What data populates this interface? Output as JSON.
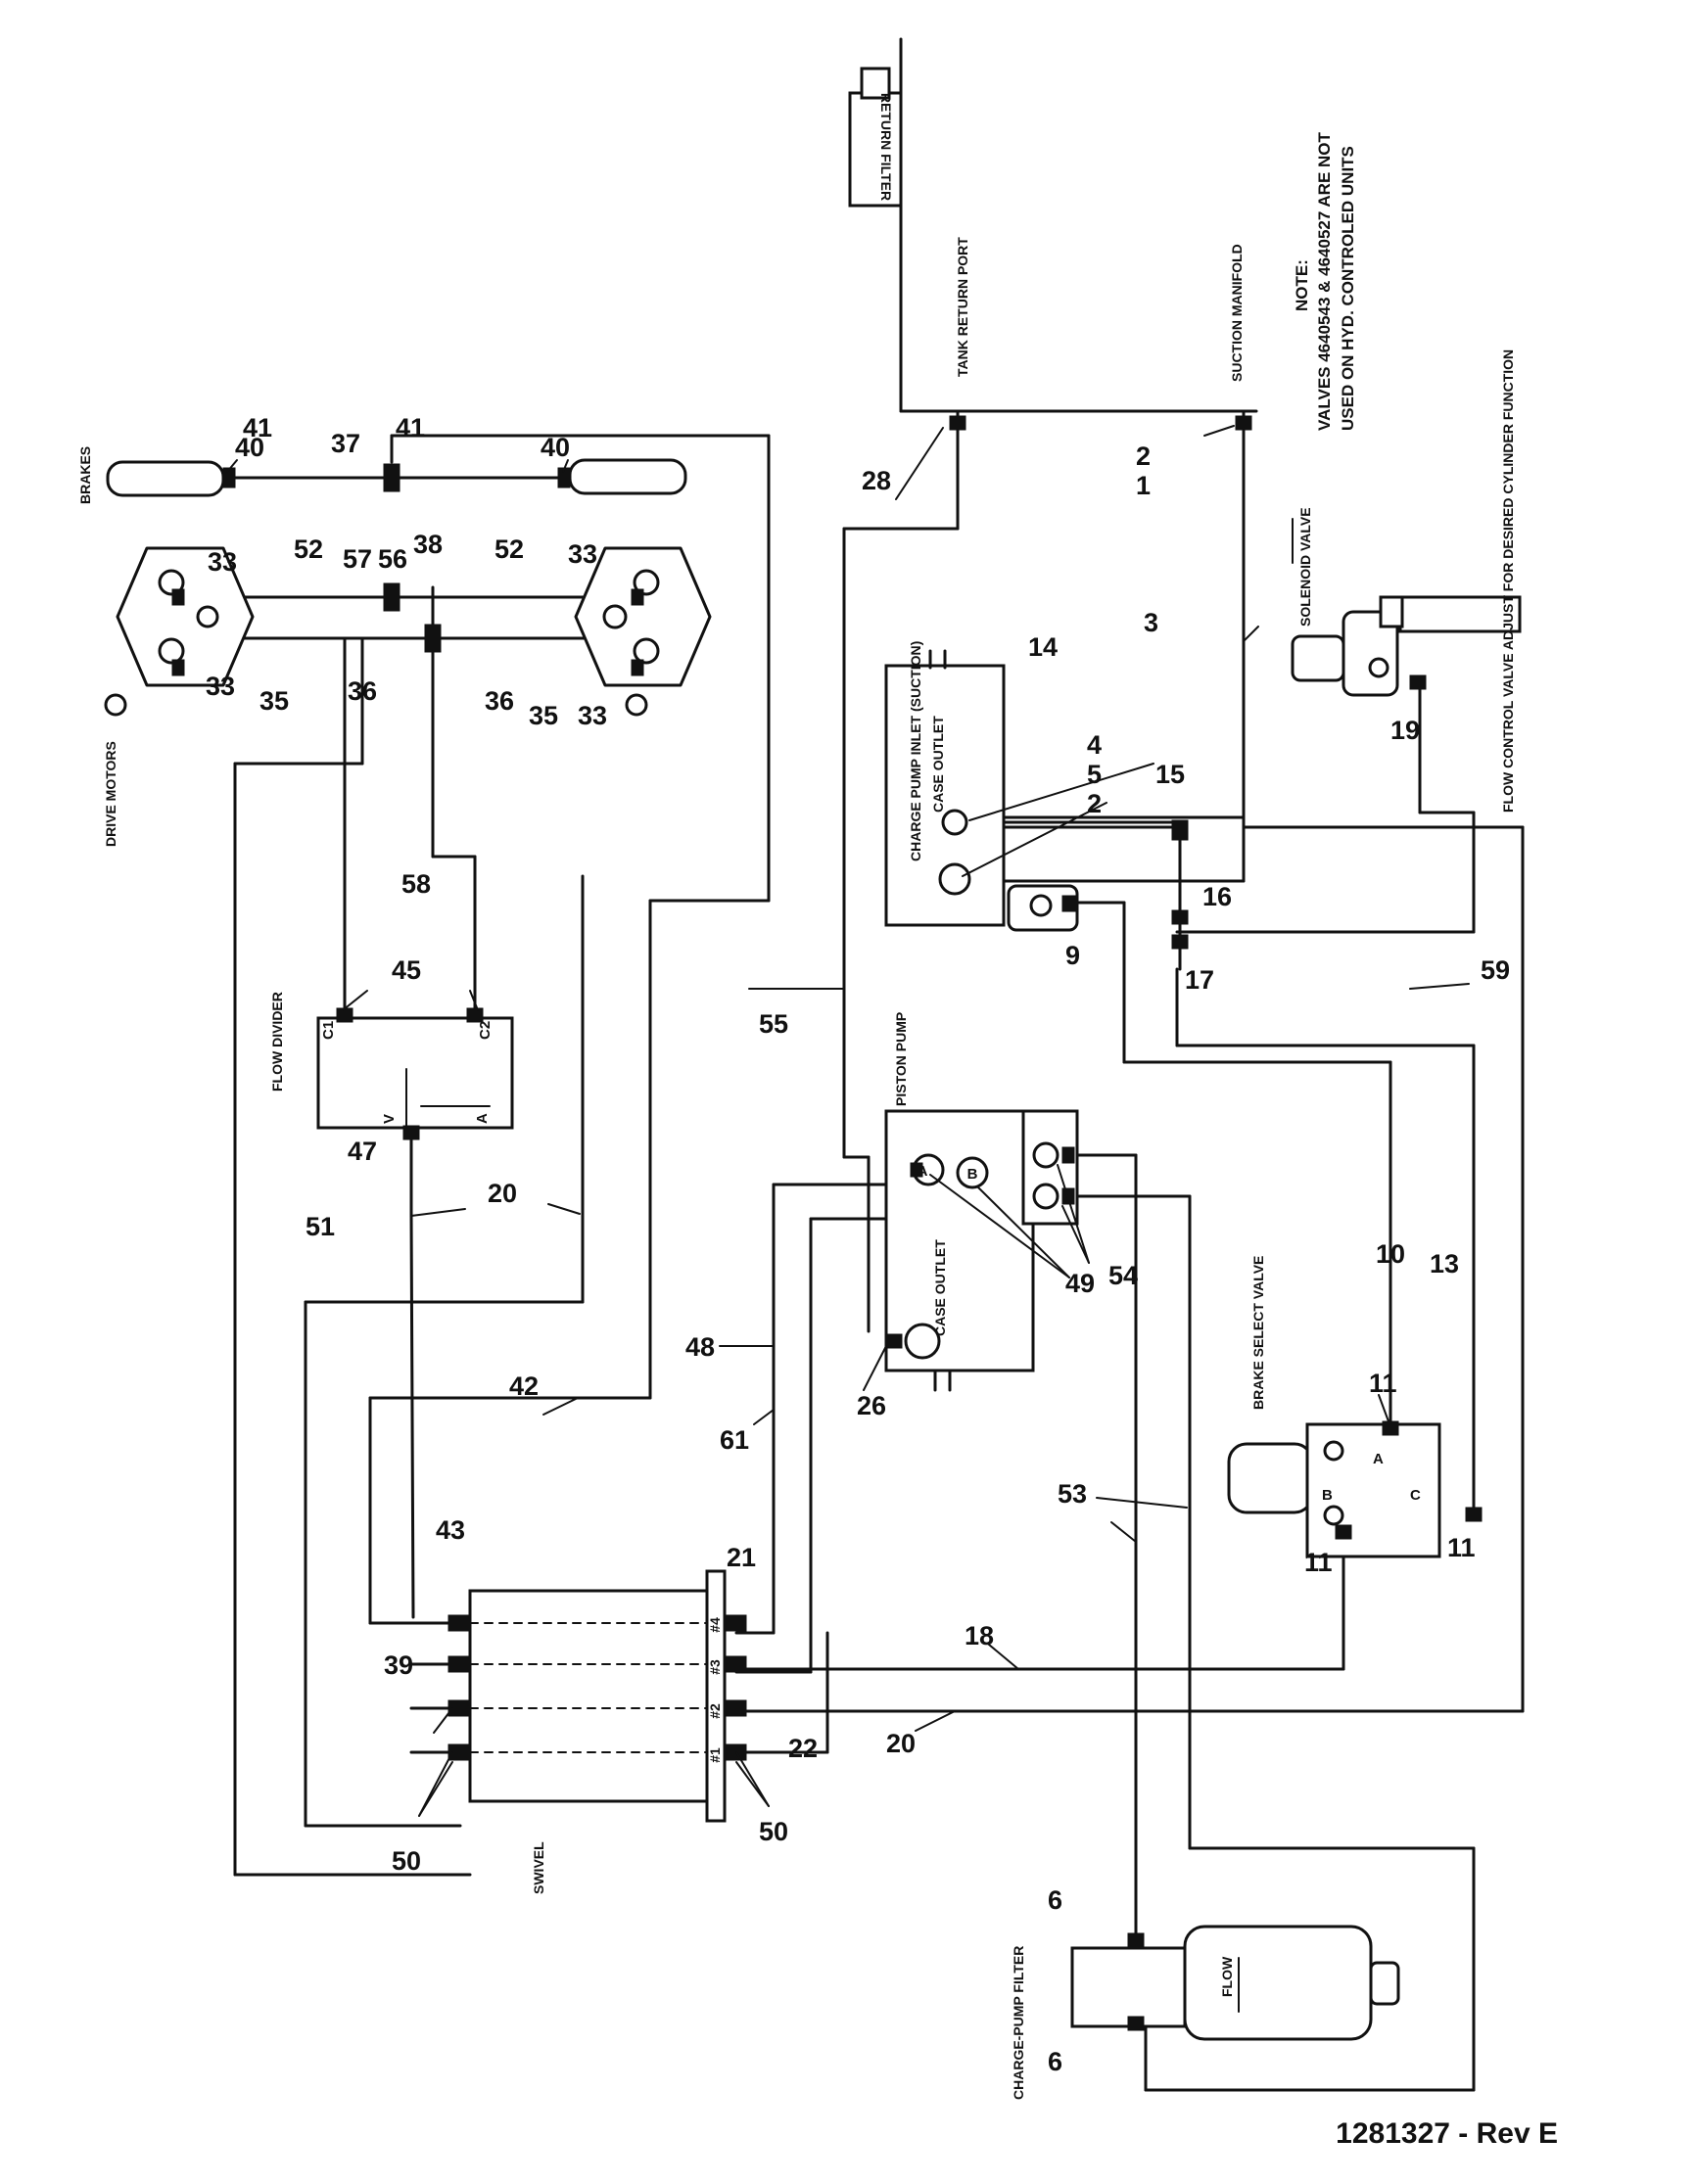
{
  "document_number": "1281327 - Rev E",
  "components": {
    "return_filter": "RETURN FILTER",
    "tank_return_port": "TANK RETURN PORT",
    "suction_manifold": "SUCTION MANIFOLD",
    "brakes": "BRAKES",
    "drive_motors": "DRIVE MOTORS",
    "flow_divider": "FLOW DIVIDER",
    "piston_pump": "PISTON PUMP",
    "charge_pump_inlet": "CHARGE PUMP INLET (SUCTION)",
    "case_outlet_charge": "CASE OUTLET",
    "case_outlet_pump": "CASE OUTLET",
    "solenoid_valve": "SOLENOID VALVE",
    "flow_control_valve": "FLOW CONTROL VALVE ADJUST FOR DESIRED CYLINDER FUNCTION",
    "brake_select_valve": "BRAKE SELECT VALVE",
    "swivel": "SWIVEL",
    "charge_pump_filter": "CHARGE-PUMP FILTER",
    "flow": "FLOW"
  },
  "note": {
    "title": "NOTE:",
    "line1": "VALVES 4640543 & 4640527 ARE NOT",
    "line2": "USED ON HYD. CONTROLED UNITS"
  },
  "ports": {
    "fd_c1": "C1",
    "fd_c2": "C2",
    "fd_v": "V",
    "fd_a": "A",
    "pump_a": "A",
    "pump_b": "B",
    "bsv_a": "A",
    "bsv_b": "B",
    "bsv_c": "C",
    "sw_1l": "#1",
    "sw_2l": "#2",
    "sw_3l": "#3",
    "sw_4l": "#4"
  },
  "callouts": {
    "n1": "1",
    "n2a": "2",
    "n2b": "2",
    "n3": "3",
    "n4": "4",
    "n5": "5",
    "n6a": "6",
    "n6b": "6",
    "n9": "9",
    "n10": "10",
    "n11a": "11",
    "n11b": "11",
    "n11c": "11",
    "n13": "13",
    "n14": "14",
    "n15": "15",
    "n16": "16",
    "n17": "17",
    "n18": "18",
    "n19": "19",
    "n20a": "20",
    "n20b": "20",
    "n21": "21",
    "n22": "22",
    "n26": "26",
    "n28": "28",
    "n33a": "33",
    "n33b": "33",
    "n33c": "33",
    "n33d": "33",
    "n35a": "35",
    "n35b": "35",
    "n36a": "36",
    "n36b": "36",
    "n37": "37",
    "n38": "38",
    "n39": "39",
    "n40a": "40",
    "n40b": "40",
    "n41a": "41",
    "n41b": "41",
    "n42": "42",
    "n43": "43",
    "n45": "45",
    "n47": "47",
    "n48": "48",
    "n49": "49",
    "n50a": "50",
    "n50b": "50",
    "n51": "51",
    "n52a": "52",
    "n52b": "52",
    "n53": "53",
    "n54": "54",
    "n55": "55",
    "n56": "56",
    "n57": "57",
    "n58": "58",
    "n59": "59",
    "n61": "61"
  }
}
